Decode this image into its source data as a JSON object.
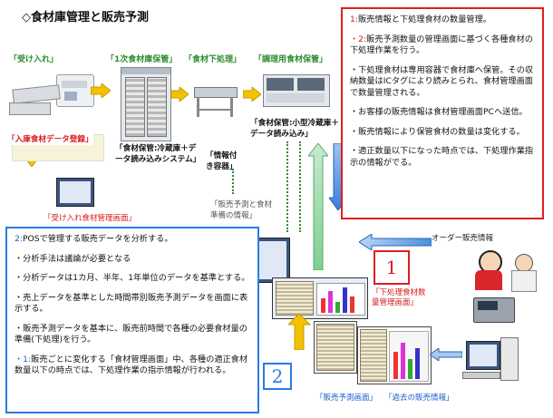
{
  "title": "◇食材庫管理と販売予測",
  "stages": {
    "receiving": "「受け入れ」",
    "primary_storage": "「1次食材庫保管」",
    "prep": "「食材下処理」",
    "cooking_storage": "「調理用食材保管」"
  },
  "labels": {
    "intake_entry": "「入庫食材データ登録」",
    "fridge_system": "「食材保管:冷蔵庫＋データ読み込みシステム」",
    "info_container": "「情報付き容器」",
    "small_fridge": "「食材保管:小型冷蔵庫＋データ読み込み」",
    "receiving_screen": "「受け入れ食材管理画面」",
    "forecast_info": "「販売予測と食材準備の情報」",
    "order_info": "オーダー販売情報",
    "prep_qty_screen": "「下処理食材数量管理画面」",
    "forecast_screen": "「販売予測画面」",
    "past_sales": "「過去の販売情報」"
  },
  "badges": {
    "one": "1",
    "two": "2"
  },
  "red_box": [
    {
      "prefix": "1:",
      "text": "販売情報と下処理食材の数量管理。"
    },
    {
      "prefix": "・2:",
      "text": "販売予測数量の管理画面に基づく各種食材の下処理作業を行う。"
    },
    {
      "prefix": "",
      "text": "・下処理食材は専用容器で食材庫へ保管。その収納数量はICタグにより読みとられ、食材管理画面で数量管理される。"
    },
    {
      "prefix": "",
      "text": "・お客様の販売情報は食材管理画面PCへ送信。"
    },
    {
      "prefix": "",
      "text": "・販売情報により保管食材の数量は変化する。"
    },
    {
      "prefix": "",
      "text": "・適正数量以下になった時点では、下処理作業指示の情報がでる。"
    }
  ],
  "blue_box": [
    {
      "prefix": "2:",
      "text": "POSで管理する販売データを分析する。"
    },
    {
      "prefix": "",
      "text": "・分析手法は議論が必要となる"
    },
    {
      "prefix": "",
      "text": "・分析データは1カ月、半年、1年単位のデータを基準とする。"
    },
    {
      "prefix": "",
      "text": "・売上データを基準とした時間帯別販売予測データを画面に表示する。"
    },
    {
      "prefix": "",
      "text": "・販売予測データを基本に、販売前時間で各種の必要食材量の準備(下処理)を行う。"
    },
    {
      "prefix": "・1:",
      "text": "販売ごとに変化する「食材管理画面」中、各種の適正食材数量以下の時点では、下処理作業の指示情報が行われる。"
    }
  ],
  "colors": {
    "red": "#e01e1e",
    "blue": "#2a7be0",
    "green": "#2e8b2e",
    "arrow_yellow": "#f2c200"
  }
}
